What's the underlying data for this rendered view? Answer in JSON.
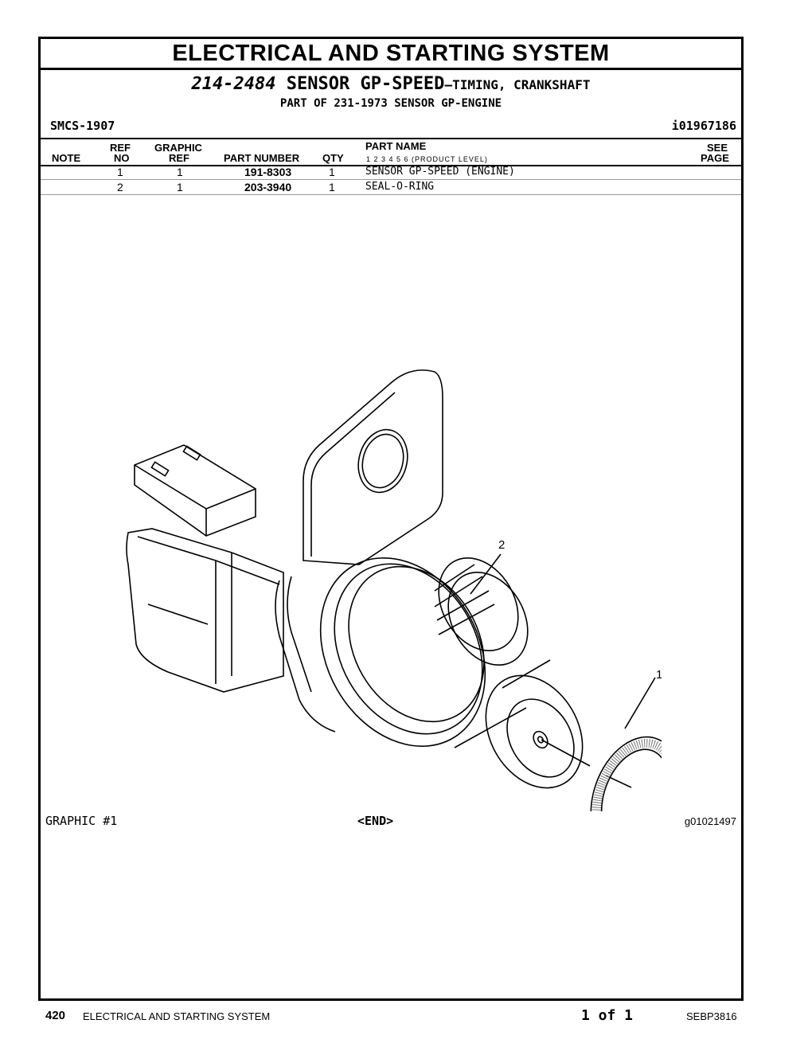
{
  "header": {
    "title": "ELECTRICAL AND STARTING SYSTEM",
    "part_number": "214-2484",
    "part_name": "SENSOR GP-SPEED",
    "part_desc": "–TIMING, CRANKSHAFT",
    "part_of": "PART OF 231-1973 SENSOR GP-ENGINE",
    "smcs": "SMCS-1907",
    "illustration_id": "i01967186"
  },
  "table": {
    "headers": {
      "note": "NOTE",
      "ref_no_1": "REF",
      "ref_no_2": "NO",
      "graphic_ref_1": "GRAPHIC",
      "graphic_ref_2": "REF",
      "part_number": "PART NUMBER",
      "qty": "QTY",
      "part_name": "PART NAME",
      "levels": "1 2 3 4 5 6 (PRODUCT LEVEL)",
      "see_page_1": "SEE",
      "see_page_2": "PAGE"
    },
    "rows": [
      {
        "note": "",
        "ref_no": "1",
        "graphic_ref": "1",
        "part_number": "191-8303",
        "qty": "1",
        "part_name": "SENSOR GP-SPEED (ENGINE)",
        "see_page": ""
      },
      {
        "note": "",
        "ref_no": "2",
        "graphic_ref": "1",
        "part_number": "203-3940",
        "qty": "1",
        "part_name": "SEAL-O-RING",
        "see_page": ""
      }
    ]
  },
  "graphic": {
    "callout_1": "1",
    "callout_2": "2",
    "label": "GRAPHIC #1",
    "end": "<END>",
    "graphic_id": "g01021497"
  },
  "footer": {
    "page": "420",
    "section": "ELECTRICAL AND STARTING SYSTEM",
    "page_of": "1 of 1",
    "doc": "SEBP3816"
  }
}
